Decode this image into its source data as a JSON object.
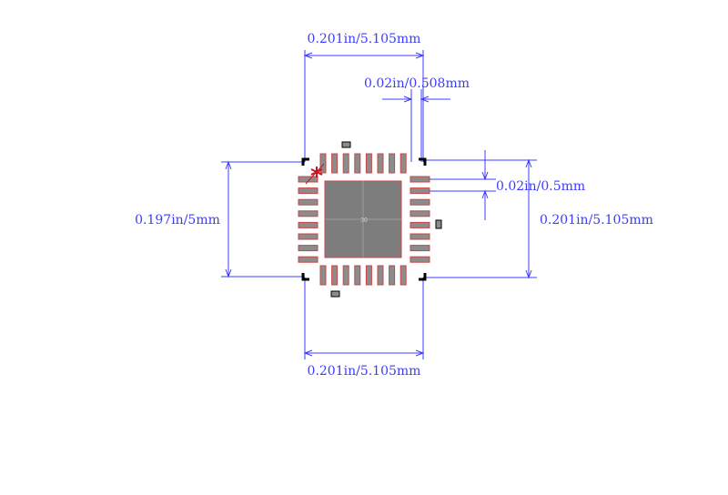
{
  "colors": {
    "dimension": "#3c3cff",
    "pad_fill": "#8c8c8c",
    "pad_outline": "#c84646",
    "body_outline": "#000000",
    "pin1_marker": "#c8141e",
    "thermal_pad": "#7d7d7d",
    "background": "#ffffff"
  },
  "dimensions": {
    "top_width": "0.201in/5.105mm",
    "pitch_top": "0.02in/0.508mm",
    "pitch_right": "0.02in/0.5mm",
    "left_height": "0.197in/5mm",
    "right_height": "0.201in/5.105mm",
    "bottom_width": "0.201in/5.105mm"
  },
  "package": {
    "thermal_pad_label": "30",
    "pins_per_side": 8,
    "pin1_marker_icon": "asterisk-icon"
  }
}
